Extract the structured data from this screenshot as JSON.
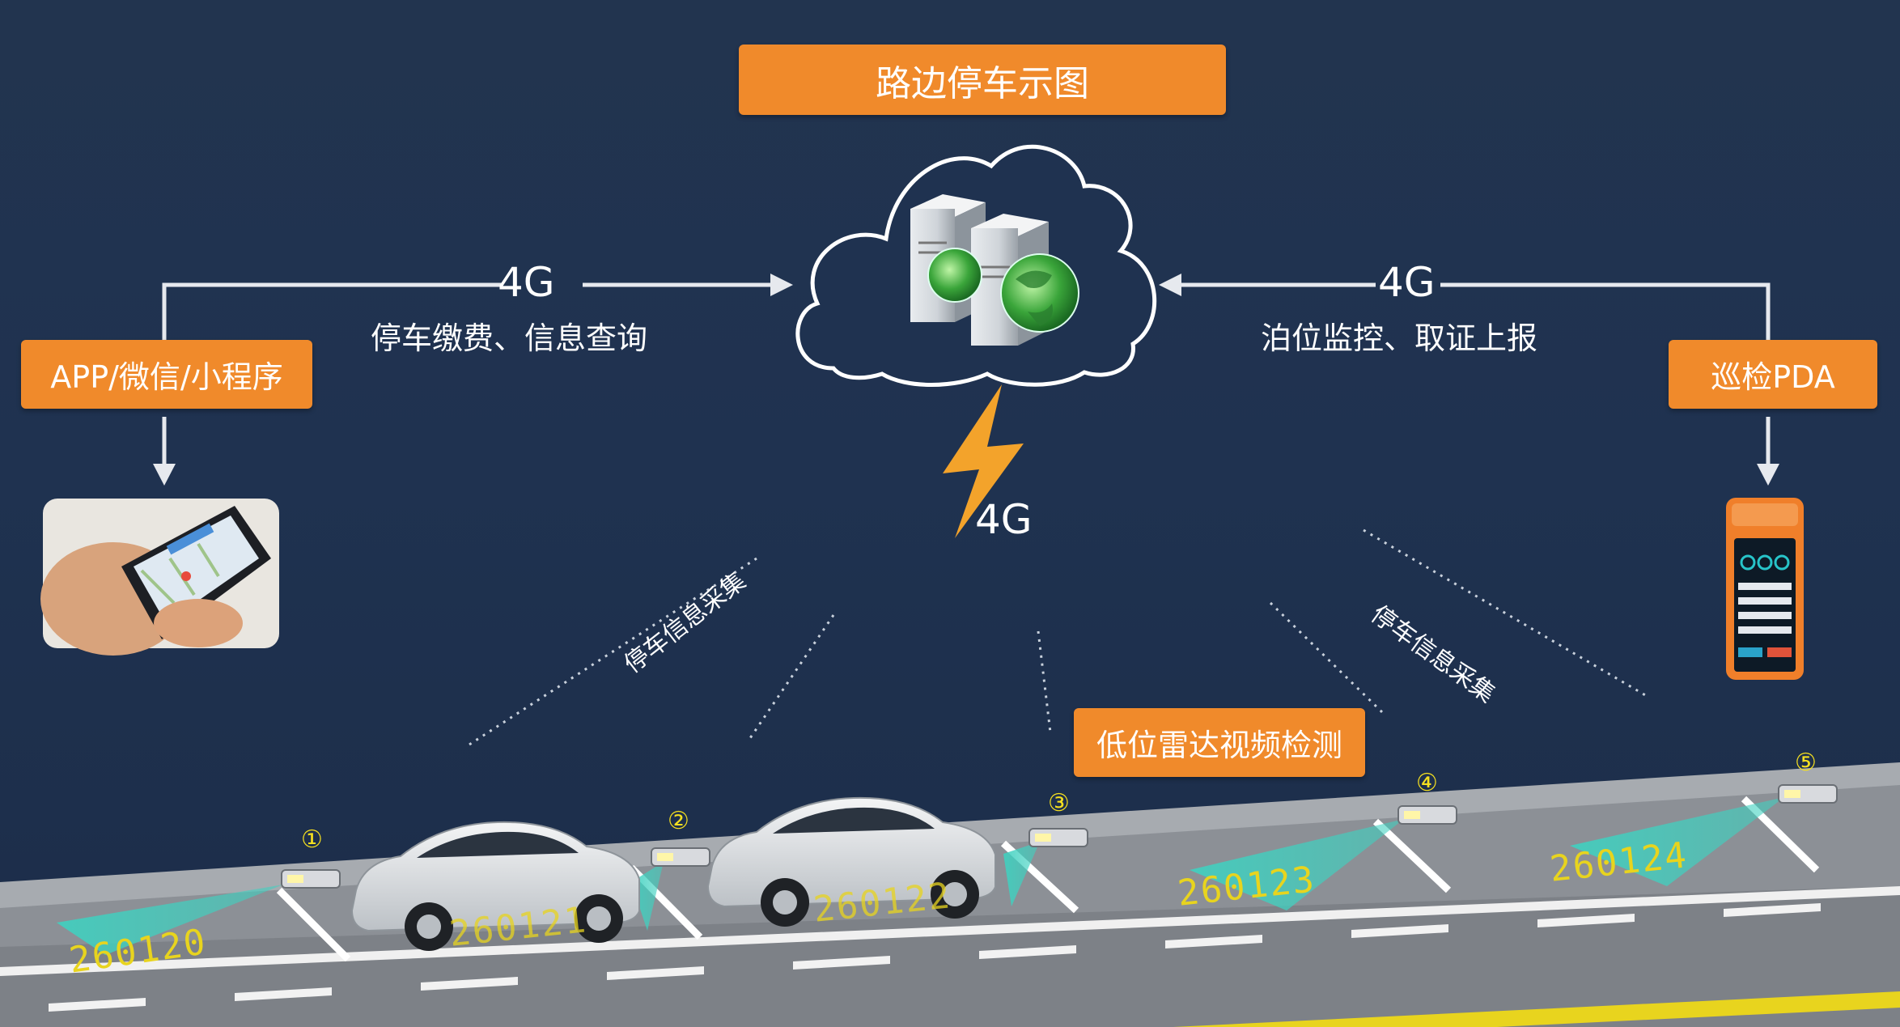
{
  "title": "路边停车示图",
  "left_link": {
    "network": "4G",
    "description": "停车缴费、信息查询"
  },
  "right_link": {
    "network": "4G",
    "description": "泊位监控、取证上报"
  },
  "left_box": "APP/微信/小程序",
  "right_box": "巡检PDA",
  "lightning_label": "4G",
  "collect_left": "停车信息采集",
  "collect_right": "停车信息采集",
  "detection_box": "低位雷达视频检测",
  "sensor_numbers": [
    "①",
    "②",
    "③",
    "④",
    "⑤"
  ],
  "plates": [
    "260120",
    "260121",
    "260122",
    "260123",
    "260124"
  ],
  "colors": {
    "orange": "#f08a2b",
    "background": "#1f3250",
    "plate_yellow": "#e8d41e",
    "beam": "#3fd1c0"
  },
  "icons": [
    "cloud-icon",
    "server-icon",
    "globe-icon",
    "lightning-icon",
    "phone-map-photo",
    "pda-device",
    "car-icon",
    "radar-sensor-icon"
  ]
}
